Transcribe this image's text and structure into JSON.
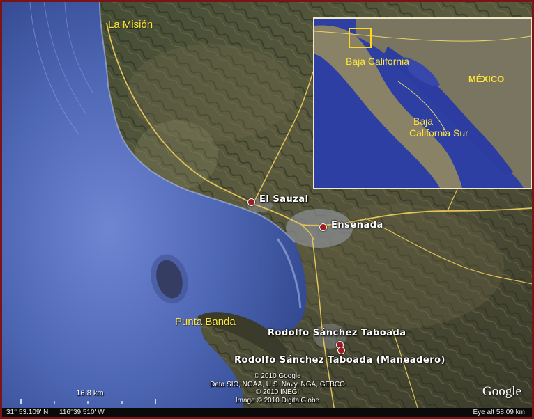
{
  "places": {
    "la_mision": "La Misión",
    "el_sauzal": "El Sauzal",
    "ensenada": "Ensenada",
    "punta_banda": "Punta Banda",
    "rodolfo": "Rodolfo Sánchez Taboada",
    "rodolfo_maneadero": "Rodolfo Sánchez Taboada (Maneadero)"
  },
  "inset": {
    "baja_california": "Baja California",
    "mexico": "MÉXICO",
    "baja_sur_line1": "Baja",
    "baja_sur_line2": "California Sur"
  },
  "attribution": {
    "line1": "© 2010 Google",
    "line2": "Data SIO, NOAA, U.S. Navy, NGA, GEBCO",
    "line3": "© 2010 INEGI",
    "line4": "Image © 2010 DigitalGlobe"
  },
  "scale": {
    "label": "16.8 km"
  },
  "status": {
    "lat": "31° 53.109' N",
    "lon": "116°39.510' W",
    "eye_alt": "Eye alt   58.09 km"
  },
  "logo": {
    "text": "Google"
  },
  "colors": {
    "frame": "#7a1417",
    "label_yellow": "#ffe63a",
    "marker": "#9c1c22",
    "road": "#e2c25a",
    "ocean": "#4d66b3"
  }
}
